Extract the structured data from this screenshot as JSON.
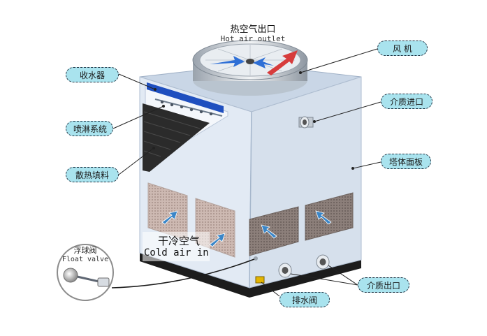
{
  "labels": {
    "hot_air_outlet_cn": "热空气出口",
    "hot_air_outlet_en": "Hot air outlet",
    "fan": "风 机",
    "water_collector": "收水器",
    "medium_inlet": "介质进口",
    "spray_system": "喷淋系统",
    "tower_panel": "塔体面板",
    "fill": "散热填料",
    "dry_air_cn": "干冷空气",
    "dry_air_en": "Cold air in",
    "float_valve_cn": "浮球阀",
    "float_valve_en": "Float valve",
    "medium_outlet": "介质出口",
    "drain_valve": "排水阀"
  },
  "colors": {
    "callout_fill": "#a9e3ee",
    "callout_border": "#1f2f3f",
    "panel_front": "#e2eaf4",
    "panel_side": "#d5dfeb",
    "panel_top": "#c9d6e6",
    "intake_grille": "#c9b5ae",
    "arrow_blue": "#3a86c8",
    "arrow_red": "#d73c3c",
    "fill_media": "#2b2b2b",
    "base": "#1c1c1c"
  },
  "icons": [
    "fan-icon",
    "inlet-pipe-icon",
    "outlet-pipe-icon",
    "drain-valve-icon",
    "float-valve-icon"
  ]
}
